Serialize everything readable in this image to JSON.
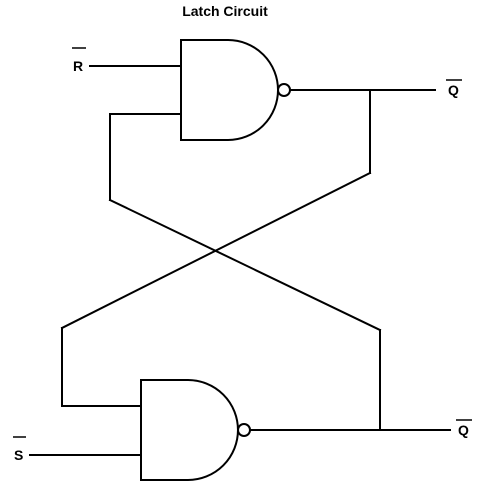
{
  "title": "Latch Circuit",
  "inputs": {
    "r": "R",
    "s": "S"
  },
  "outputs": {
    "top": "Q",
    "bottom": "Q"
  },
  "colors": {
    "line": "#000000",
    "background": "#ffffff"
  },
  "gates": {
    "top": "nand-gate",
    "bottom": "nand-gate"
  }
}
